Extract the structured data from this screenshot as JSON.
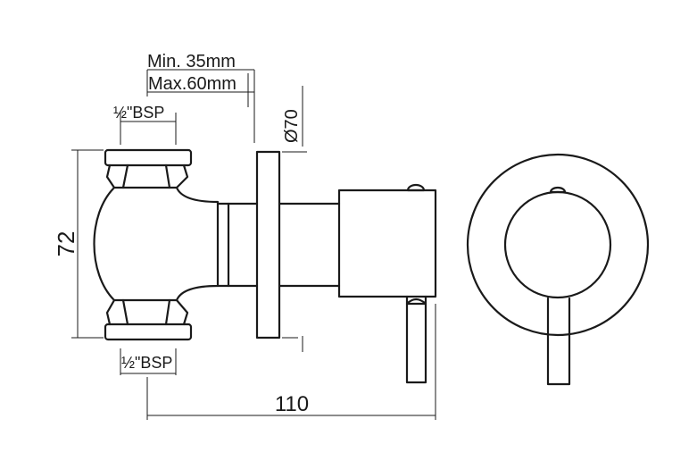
{
  "labels": {
    "min_depth": "Min. 35mm",
    "max_depth": "Max.60mm",
    "inlet_top": "½\"BSP",
    "inlet_bottom": "½\"BSP",
    "diameter": "Ø70",
    "height": "72",
    "length": "110"
  },
  "colors": {
    "line": "#1a1a1a",
    "background": "#ffffff"
  }
}
